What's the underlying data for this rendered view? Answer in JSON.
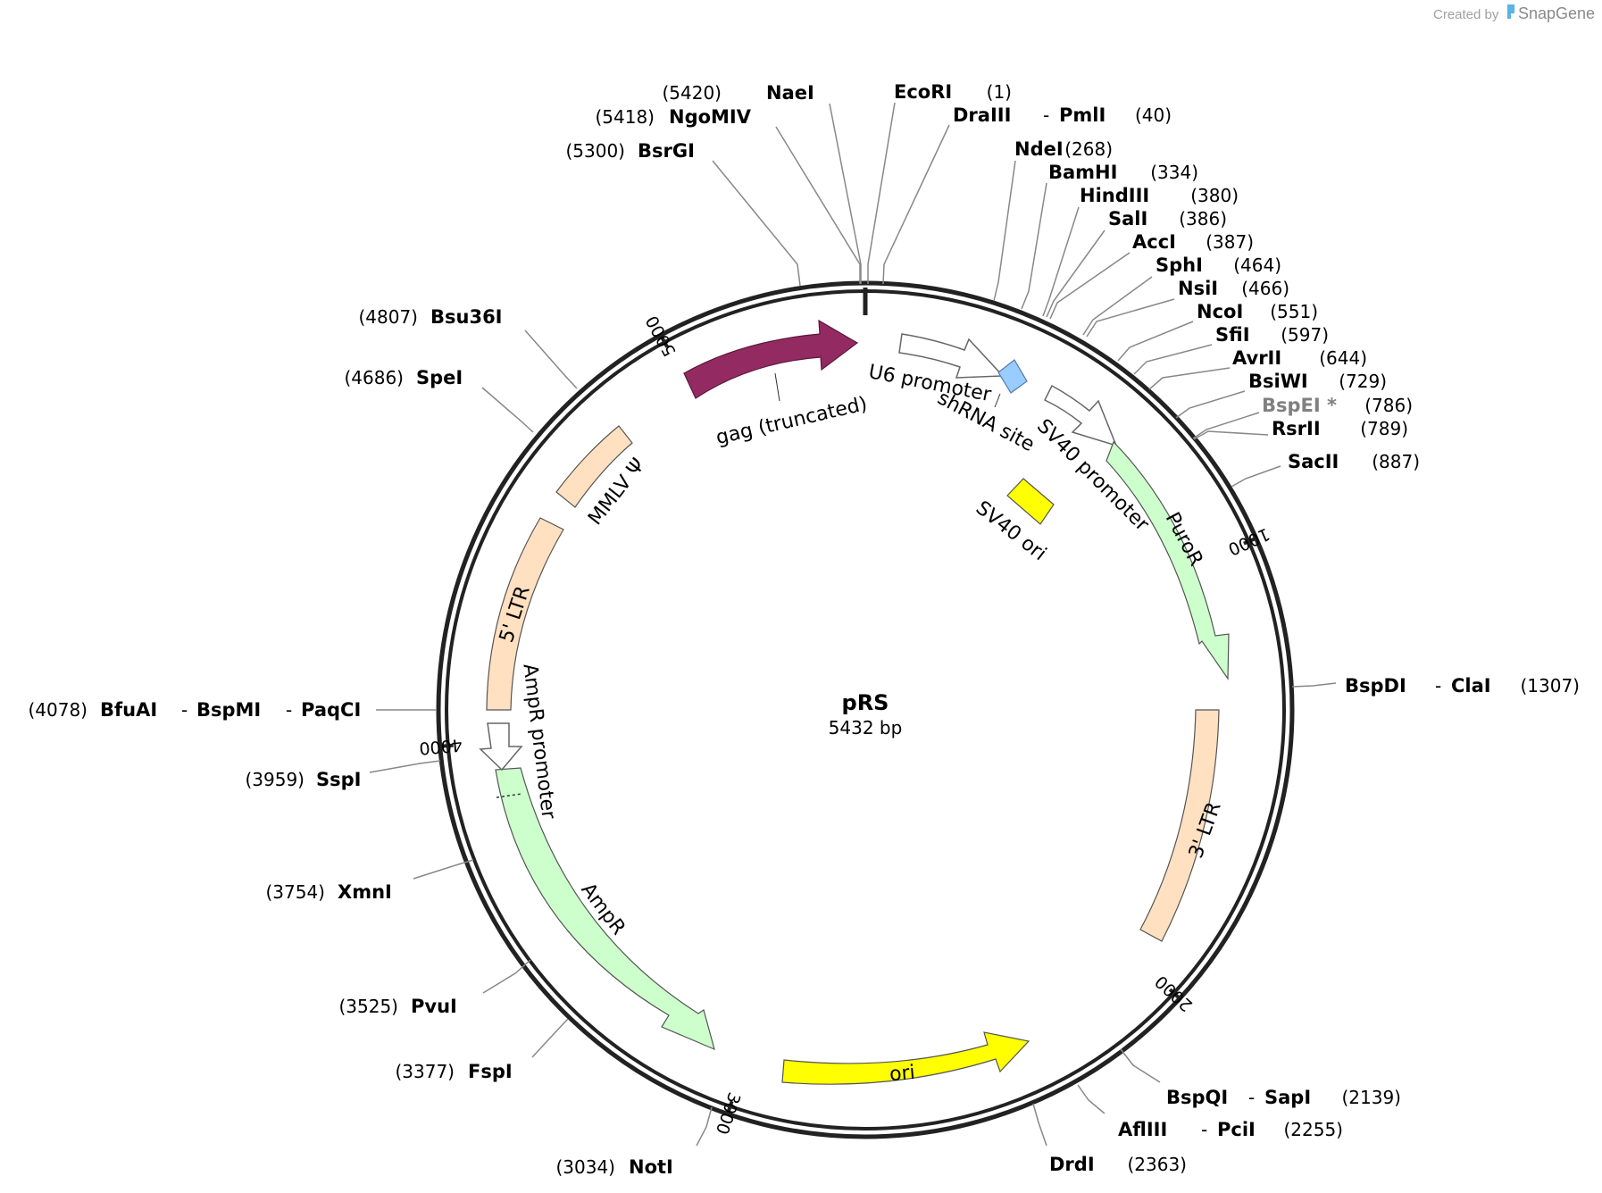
{
  "plasmid": {
    "name": "pRS",
    "length_label": "5432 bp",
    "length": 5432
  },
  "credit": {
    "prefix": "Created by",
    "brand": "SnapGene"
  },
  "ticks": [
    {
      "label": "1000",
      "bp": 1000
    },
    {
      "label": "2000",
      "bp": 2000
    },
    {
      "label": "3000",
      "bp": 3000
    },
    {
      "label": "4000",
      "bp": 4000
    },
    {
      "label": "5000",
      "bp": 5000
    }
  ],
  "features": [
    {
      "name": "gag (truncated)",
      "color": "#932a61",
      "type": "arrow"
    },
    {
      "name": "U6 promoter",
      "color": "#ffffff",
      "type": "arrow"
    },
    {
      "name": "shRNA site",
      "color": "#99ccff",
      "type": "box"
    },
    {
      "name": "SV40 promoter",
      "color": "#ffffff",
      "type": "arrow"
    },
    {
      "name": "SV40 ori",
      "color": "#ffff00",
      "type": "box"
    },
    {
      "name": "PuroR",
      "color": "#ccffcc",
      "type": "arrow"
    },
    {
      "name": "3' LTR",
      "color": "#ffe0c0",
      "type": "box"
    },
    {
      "name": "ori",
      "color": "#ffff00",
      "type": "arrow"
    },
    {
      "name": "AmpR",
      "color": "#ccffcc",
      "type": "arrow"
    },
    {
      "name": "AmpR promoter",
      "color": "#ffffff",
      "type": "arrow"
    },
    {
      "name": "5' LTR",
      "color": "#ffe0c0",
      "type": "box"
    },
    {
      "name": "MMLV Ψ",
      "color": "#ffe0c0",
      "type": "box"
    }
  ],
  "sites": [
    {
      "names": [
        "NaeI"
      ],
      "pos": "(5420)"
    },
    {
      "names": [
        "NgoMIV"
      ],
      "pos": "(5418)"
    },
    {
      "names": [
        "BsrGI"
      ],
      "pos": "(5300)"
    },
    {
      "names": [
        "EcoRI"
      ],
      "pos": "(1)"
    },
    {
      "names": [
        "DraIII",
        "PmlI"
      ],
      "pos": "(40)"
    },
    {
      "names": [
        "NdeI"
      ],
      "pos": "(268)"
    },
    {
      "names": [
        "BamHI"
      ],
      "pos": "(334)"
    },
    {
      "names": [
        "HindIII"
      ],
      "pos": "(380)"
    },
    {
      "names": [
        "SalI"
      ],
      "pos": "(386)"
    },
    {
      "names": [
        "AccI"
      ],
      "pos": "(387)"
    },
    {
      "names": [
        "SphI"
      ],
      "pos": "(464)"
    },
    {
      "names": [
        "NsiI"
      ],
      "pos": "(466)"
    },
    {
      "names": [
        "NcoI"
      ],
      "pos": "(551)"
    },
    {
      "names": [
        "SfiI"
      ],
      "pos": "(597)"
    },
    {
      "names": [
        "AvrII"
      ],
      "pos": "(644)"
    },
    {
      "names": [
        "BsiWI"
      ],
      "pos": "(729)"
    },
    {
      "names": [
        "BspEI *"
      ],
      "pos": "(786)",
      "color": "#808080"
    },
    {
      "names": [
        "RsrII"
      ],
      "pos": "(789)"
    },
    {
      "names": [
        "SacII"
      ],
      "pos": "(887)"
    },
    {
      "names": [
        "BspDI",
        "ClaI"
      ],
      "pos": "(1307)"
    },
    {
      "names": [
        "BspQI",
        "SapI"
      ],
      "pos": "(2139)"
    },
    {
      "names": [
        "AflIII",
        "PciI"
      ],
      "pos": "(2255)"
    },
    {
      "names": [
        "DrdI"
      ],
      "pos": "(2363)"
    },
    {
      "names": [
        "NotI"
      ],
      "pos": "(3034)"
    },
    {
      "names": [
        "FspI"
      ],
      "pos": "(3377)"
    },
    {
      "names": [
        "PvuI"
      ],
      "pos": "(3525)"
    },
    {
      "names": [
        "XmnI"
      ],
      "pos": "(3754)"
    },
    {
      "names": [
        "SspI"
      ],
      "pos": "(3959)"
    },
    {
      "names": [
        "BfuAI",
        "BspMI",
        "PaqCI"
      ],
      "pos": "(4078)"
    },
    {
      "names": [
        "SpeI"
      ],
      "pos": "(4686)"
    },
    {
      "names": [
        "Bsu36I"
      ],
      "pos": "(4807)"
    }
  ]
}
